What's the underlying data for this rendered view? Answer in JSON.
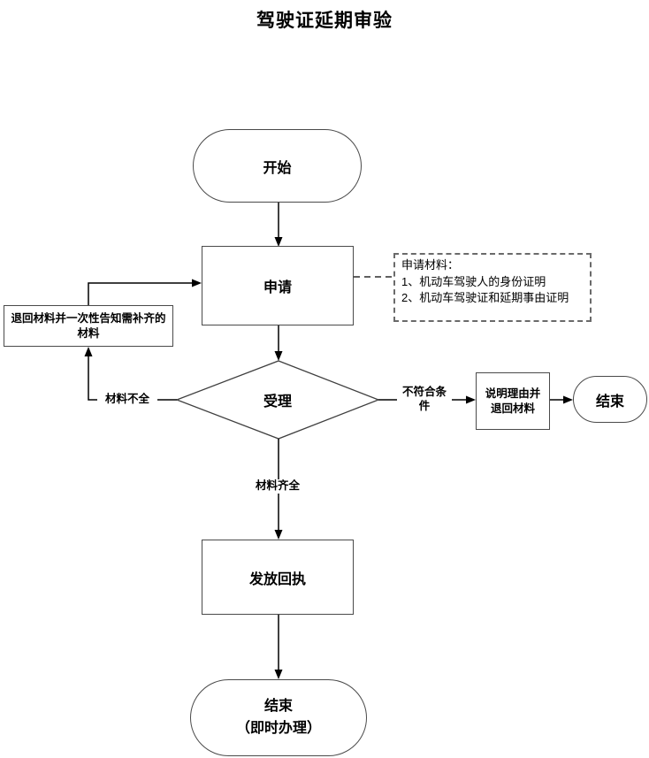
{
  "title": "驾驶证延期审验",
  "nodes": {
    "start": {
      "label": "开始",
      "shape": "stadium"
    },
    "apply": {
      "label": "申请",
      "shape": "rect"
    },
    "review": {
      "label": "受理",
      "shape": "diamond"
    },
    "return_materials": {
      "label": "退回材料并一次性告知需补齐的\n材料",
      "shape": "rect"
    },
    "explain_return": {
      "label": "说明理由并\n退回材料",
      "shape": "rect"
    },
    "end_right": {
      "label": "结束",
      "shape": "stadium"
    },
    "issue_receipt": {
      "label": "发放回执",
      "shape": "rect"
    },
    "end_bottom": {
      "label": "结束\n（即时办理）",
      "shape": "stadium"
    }
  },
  "edge_labels": {
    "incomplete": "材料不全",
    "unqualified": "不符合条\n件",
    "complete": "材料齐全"
  },
  "note": {
    "title": "申请材料：",
    "lines": [
      "1、机动车驾驶人的身份证明",
      "2、机动车驾驶证和延期事由证明"
    ]
  },
  "colors": {
    "connector": "#000000",
    "shape_border": "#4a4a4a",
    "background": "#ffffff",
    "text": "#000000"
  }
}
